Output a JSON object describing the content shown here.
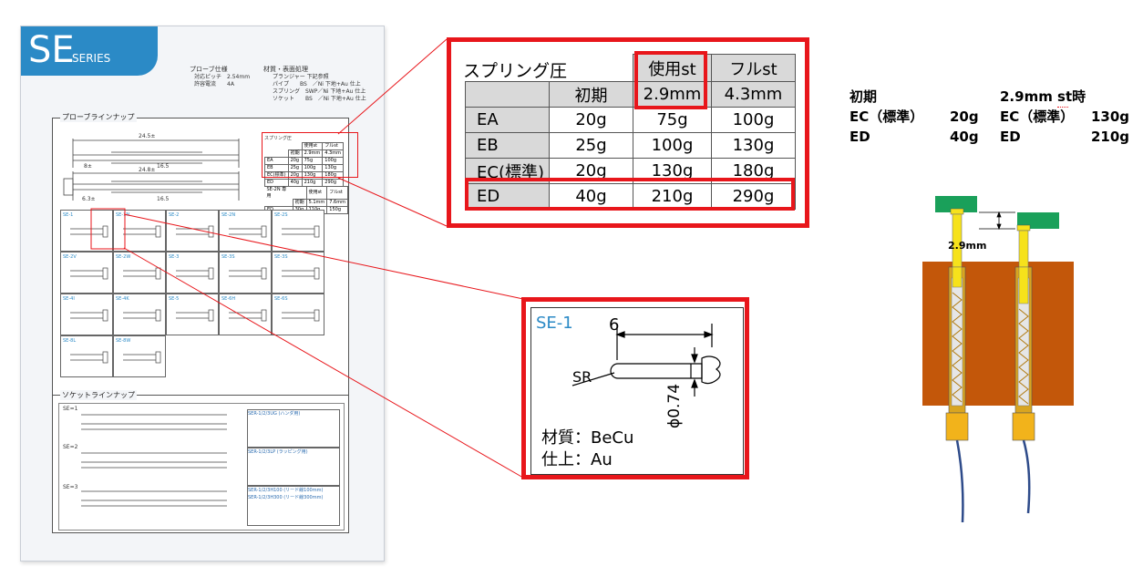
{
  "catalog": {
    "series_big": "SE",
    "series_small": "SERIES",
    "spec_title": "プローブ仕様",
    "spec_lines": [
      "対応ピッチ　2.54mm",
      "許容電流　　4A"
    ],
    "material_title": "材質・表面処理",
    "material_lines": [
      "プランジャー 下記参照",
      "パイプ　　BS　／Ni 下地+Au 仕上",
      "スプリング　SWP／Ni 下地+Au 仕上",
      "ソケット　　BS　／Ni 下地+Au 仕上"
    ],
    "probe_lineup_title": "プローブラインナップ",
    "socket_lineup_title": "ソケットラインナップ",
    "mini_spring": {
      "title": "スプリング圧",
      "headers": [
        "使用st",
        "フルst"
      ],
      "sub": [
        "初期",
        "2.9mm",
        "4.3mm"
      ],
      "rows": [
        [
          "EA",
          "20g",
          "75g",
          "100g"
        ],
        [
          "EB",
          "25g",
          "100g",
          "130g"
        ],
        [
          "EC(標準)",
          "20g",
          "130g",
          "180g"
        ],
        [
          "ED",
          "40g",
          "210g",
          "290g"
        ]
      ]
    },
    "mini_se2n": {
      "title": "SE-2N 専用",
      "headers": [
        "使用st",
        "フルst"
      ],
      "sub": [
        "初期",
        "5.1mm",
        "7.6mm"
      ],
      "rows": [
        [
          "ED",
          "30g",
          "110g",
          "150g"
        ]
      ]
    },
    "probe_cells": [
      "SE-1",
      "SE-1N",
      "SE-2",
      "SE-2N",
      "SE-2S",
      "SE-2V",
      "SE-2W",
      "SE-3",
      "SE-3S",
      "SE-3S",
      "SE-4I",
      "SE-4K",
      "SE-5",
      "SE-6H",
      "SE-6S",
      "SE-8L",
      "SE-8W"
    ],
    "socket_rows": [
      "SE=1",
      "SE=2",
      "SE=3"
    ],
    "socket_notes": [
      "SER-1/2/3UG (ハンダ用)",
      "SER-1/2/3LP (ラッピング用)",
      "SER-1/2/3H100 (リード線100mm)",
      "SER-1/2/3H300 (リード線300mm)"
    ]
  },
  "spring_table": {
    "title": "スプリング圧",
    "col_used": "使用st",
    "col_full": "フルst",
    "initial": "初期",
    "used_stroke": "2.9mm",
    "full_stroke": "4.3mm",
    "rows": [
      {
        "name": "EA",
        "initial": "20g",
        "used": "75g",
        "full": "100g"
      },
      {
        "name": "EB",
        "initial": "25g",
        "used": "100g",
        "full": "130g"
      },
      {
        "name": "EC(標準)",
        "initial": "20g",
        "used": "130g",
        "full": "180g"
      },
      {
        "name": "ED",
        "initial": "40g",
        "used": "210g",
        "full": "290g"
      }
    ]
  },
  "se1_detail": {
    "label": "SE-1",
    "length": "6",
    "sr": "SR",
    "diameter": "ϕ0.74",
    "material": "材質：BeCu",
    "finish": "仕上：Au"
  },
  "summary": {
    "left_header": "初期",
    "right_header": "2.9mm st時",
    "rows": [
      {
        "left_name": "EC（標準）",
        "left_value": "20g",
        "right_name": "EC（標準）",
        "right_value": "130g"
      },
      {
        "left_name": "ED",
        "left_value": "40g",
        "right_name": "ED",
        "right_value": "210g"
      }
    ]
  },
  "illustration": {
    "stroke_label": "2.9mm"
  },
  "colors": {
    "highlight_red": "#e8161b",
    "series_blue": "#2b8ac6",
    "board_brown": "#c3570a",
    "pcb_green": "#1aa05a",
    "plunger_yellow": "#f6e21b",
    "wire_blue": "#2e4b8a"
  }
}
